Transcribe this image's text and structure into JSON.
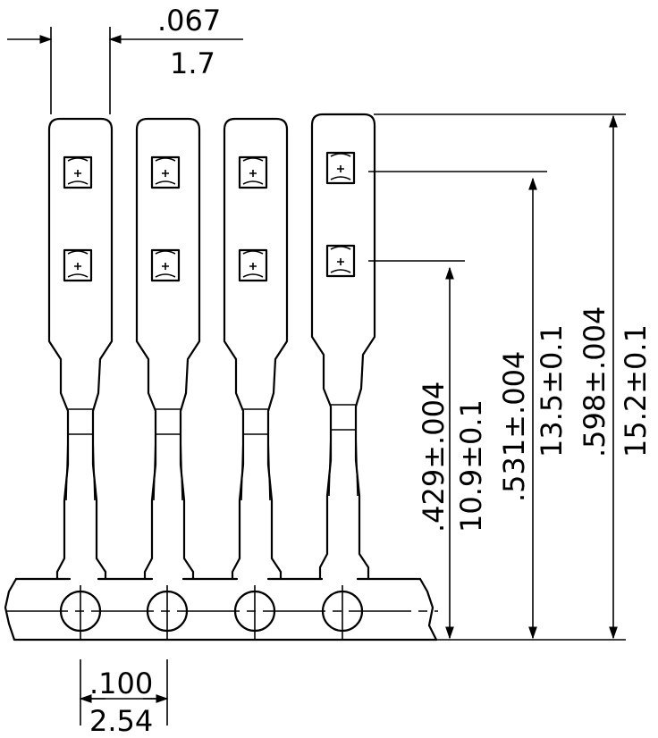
{
  "drawing": {
    "pin_width": {
      "inch": ".067",
      "mm": "1.7"
    },
    "pitch": {
      "inch": ".100",
      "mm": "2.54"
    },
    "dim_lower_lance": {
      "inch": ".429±.004",
      "mm": "10.9±0.1"
    },
    "dim_upper_lance": {
      "inch": ".531±.004",
      "mm": "13.5±0.1"
    },
    "dim_overall": {
      "inch": ".598±.004",
      "mm": "15.2±0.1"
    },
    "pin_count": 4,
    "line_color": "#000000"
  }
}
